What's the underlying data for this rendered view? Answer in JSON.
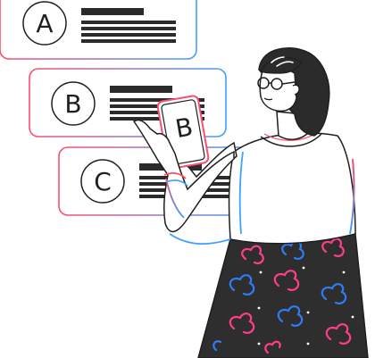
{
  "cards": [
    {
      "letter": "A"
    },
    {
      "letter": "B"
    },
    {
      "letter": "C"
    }
  ],
  "tablet": {
    "letter": "B"
  },
  "colors": {
    "outline": "#1f1f1f",
    "card_gradient_start": "#ff4d6d",
    "card_gradient_end": "#3ea0ff",
    "text_bar": "#2b2b2b",
    "skirt": "#2e2e2e",
    "skirt_pattern_blue": "#2f7cf6",
    "skirt_pattern_pink": "#ff3d8b",
    "hair": "#2b2b2b"
  }
}
